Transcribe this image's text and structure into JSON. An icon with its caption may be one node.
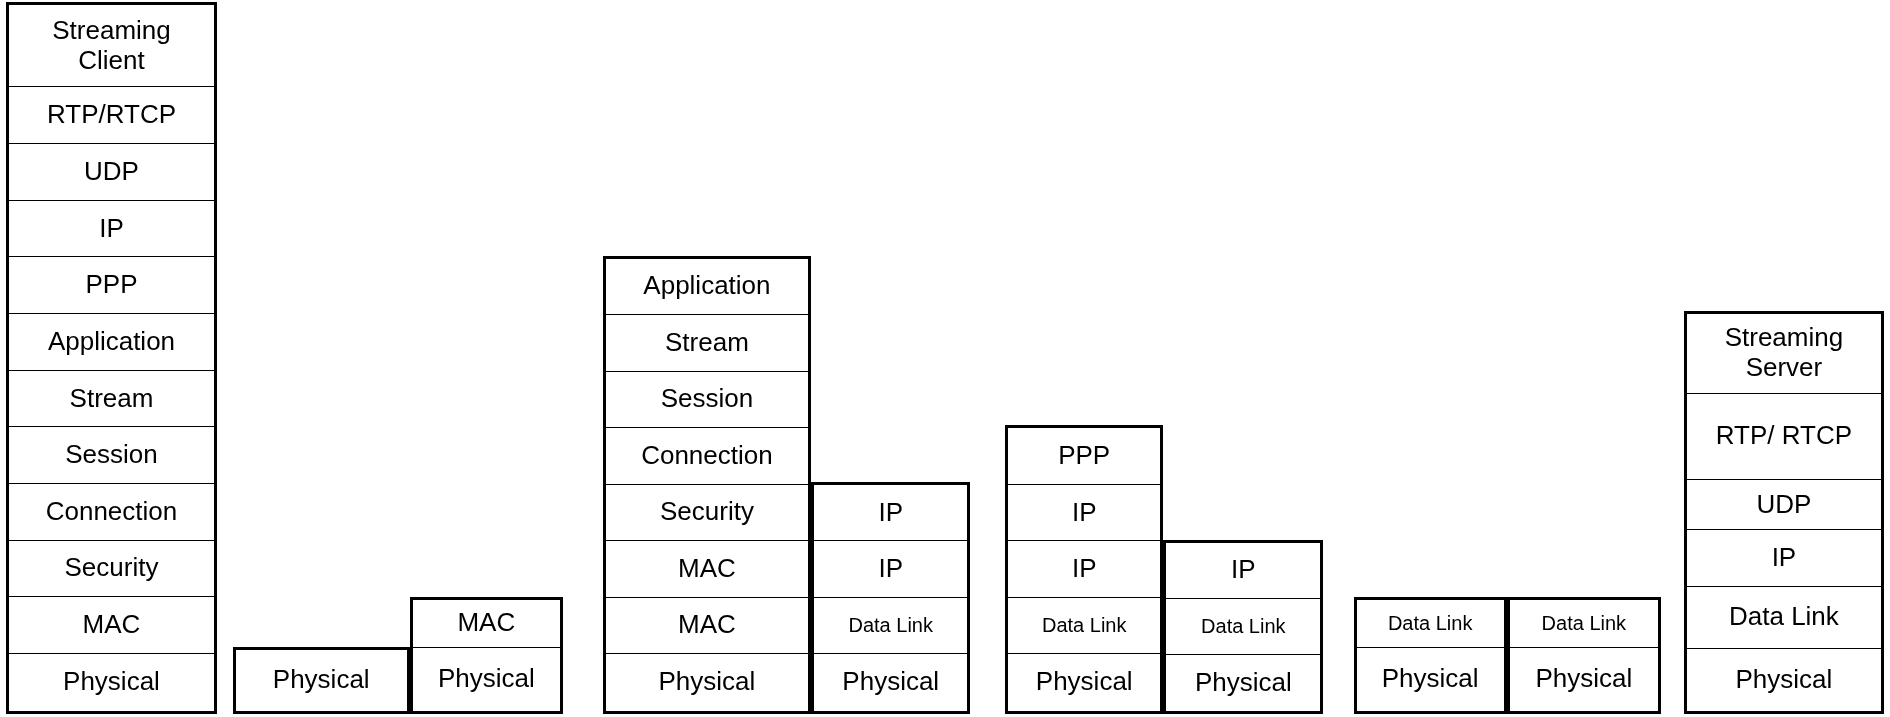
{
  "diagram": {
    "nodes": [
      {
        "text": [],
        "shape": "box"
      },
      {
        "text": [
          "Streaming Client"
        ],
        "in": 0
      },
      {
        "text": [
          "RTP/RTCP"
        ],
        "in": 0
      },
      {
        "text": [
          "UDP"
        ],
        "in": 0
      },
      {
        "text": [
          "IP"
        ],
        "in": 0
      },
      {
        "text": [
          "PPP"
        ],
        "in": 0
      },
      {
        "text": [
          "Application"
        ],
        "in": 0
      },
      {
        "text": [
          "Stream"
        ],
        "in": 0
      },
      {
        "text": [
          "Session"
        ],
        "in": 0
      },
      {
        "text": [
          "Connection"
        ],
        "in": 0
      },
      {
        "text": [
          "Security"
        ],
        "in": 0
      },
      {
        "text": [
          "MAC"
        ],
        "in": 0
      },
      {
        "text": [
          "Physical"
        ],
        "in": 0
      },
      {
        "text": [],
        "shape": "box"
      },
      {
        "text": [
          "Physical"
        ],
        "in": 13
      },
      {
        "text": [],
        "shape": "box"
      },
      {
        "text": [
          "MAC"
        ],
        "in": 15
      },
      {
        "text": [
          "Physical"
        ],
        "in": 15
      },
      {
        "text": [],
        "shape": "box"
      },
      {
        "text": [
          "Application"
        ],
        "in": 18
      },
      {
        "text": [
          "Stream"
        ],
        "in": 18
      },
      {
        "text": [
          "Session"
        ],
        "in": 18
      },
      {
        "text": [
          "Connection"
        ],
        "in": 18
      },
      {
        "text": [
          "Security"
        ],
        "in": 18
      },
      {
        "text": [
          "MAC"
        ],
        "in": 18
      },
      {
        "text": [
          "MAC"
        ],
        "in": 18
      },
      {
        "text": [
          "Physical"
        ],
        "in": 18
      },
      {
        "text": [],
        "shape": "box"
      },
      {
        "text": [
          "IP"
        ],
        "in": 27
      },
      {
        "text": [
          "IP"
        ],
        "in": 27
      },
      {
        "text": [
          "Data Link"
        ],
        "in": 27
      },
      {
        "text": [
          "Physical"
        ],
        "in": 27
      },
      {
        "text": [],
        "shape": "box"
      },
      {
        "text": [
          "PPP"
        ],
        "in": 32
      },
      {
        "text": [
          "IP"
        ],
        "in": 32
      },
      {
        "text": [
          "IP"
        ],
        "in": 32
      },
      {
        "text": [
          "Data Link"
        ],
        "in": 32
      },
      {
        "text": [
          "Physical"
        ],
        "in": 32
      },
      {
        "text": [],
        "shape": "box"
      },
      {
        "text": [
          "IP"
        ],
        "in": 38
      },
      {
        "text": [
          "Data Link"
        ],
        "in": 38
      },
      {
        "text": [
          "Physical"
        ],
        "in": 38
      },
      {
        "text": [],
        "shape": "box"
      },
      {
        "text": [
          "Data Link"
        ],
        "in": 42
      },
      {
        "text": [
          "Physical"
        ],
        "in": 42
      },
      {
        "text": [],
        "shape": "box"
      },
      {
        "text": [
          "Data Link"
        ],
        "in": 45
      },
      {
        "text": [
          "Physical"
        ],
        "in": 45
      },
      {
        "text": [],
        "shape": "box"
      },
      {
        "text": [
          "Streaming Server"
        ],
        "in": 48
      },
      {
        "text": [
          "RTP/ RTCP"
        ],
        "in": 48
      },
      {
        "text": [
          "UDP"
        ],
        "in": 48
      },
      {
        "text": [
          "IP"
        ],
        "in": 48
      },
      {
        "text": [
          "Data Link"
        ],
        "in": 48
      },
      {
        "text": [
          "Physical"
        ],
        "in": 48
      }
    ]
  }
}
